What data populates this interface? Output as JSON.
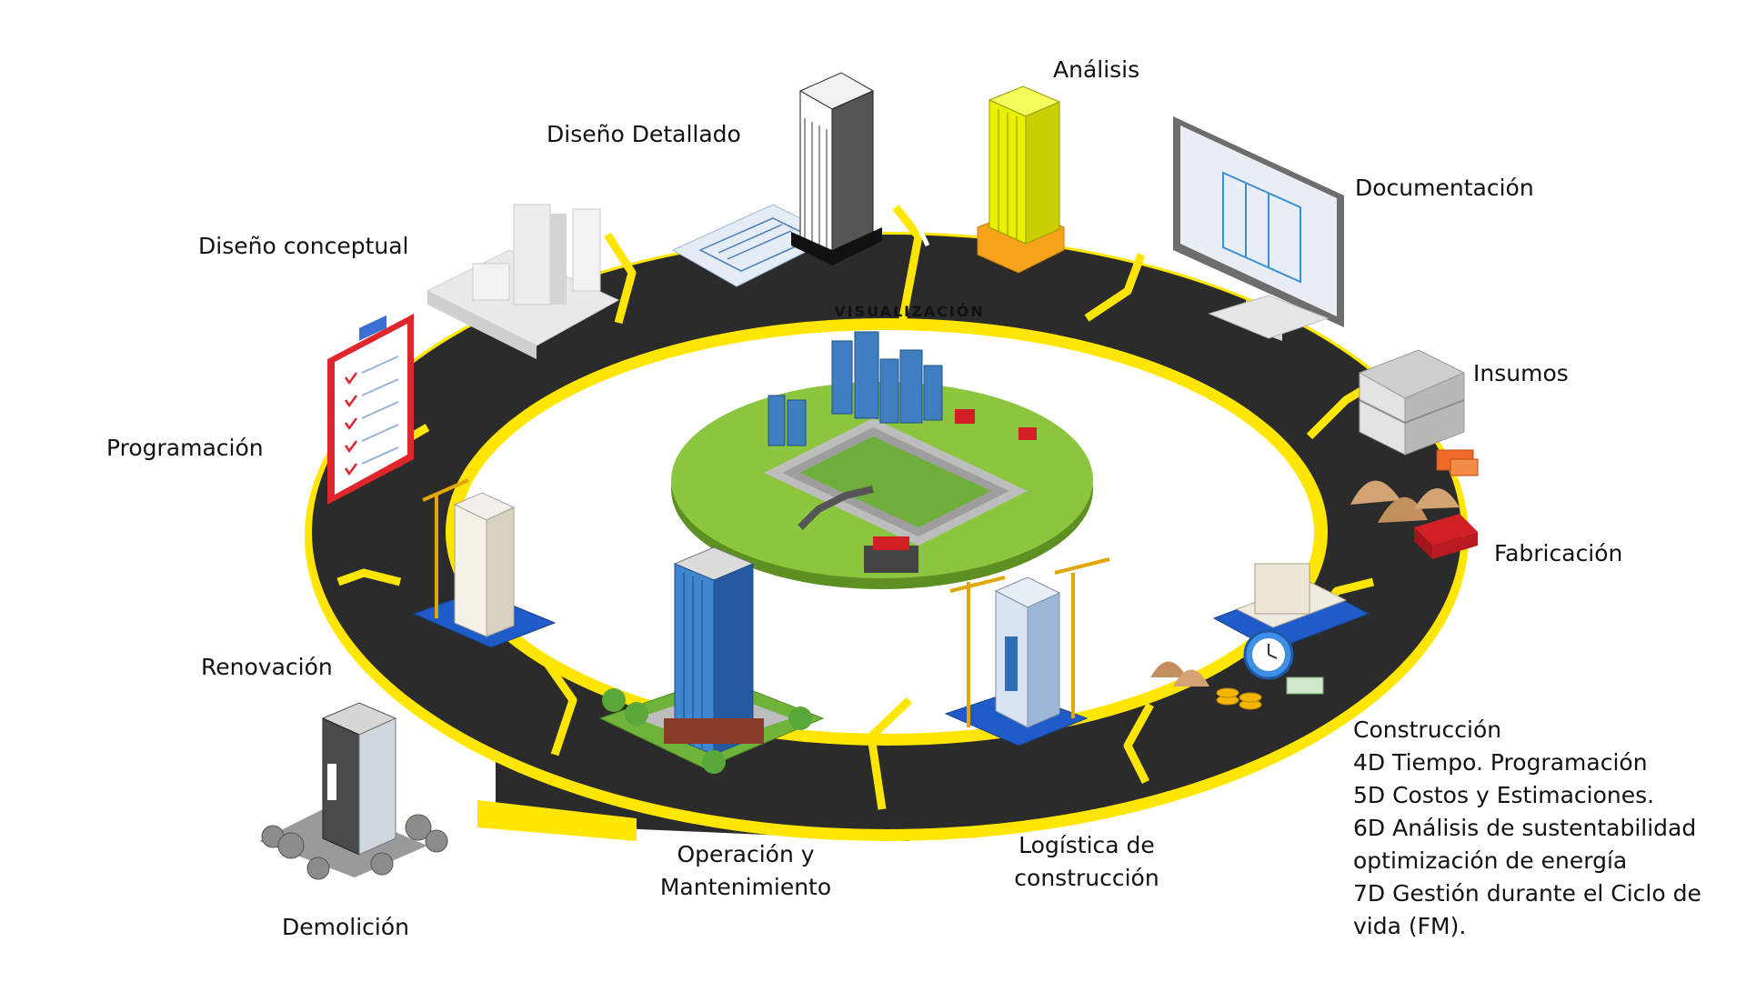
{
  "ring_label": "VISUALIZACIÓN",
  "colors": {
    "road": "#2b2b2b",
    "accent": "#ffe600",
    "grass": "#8cc63f",
    "building_blue": "#2e6fb5",
    "analysis_yellow": "#e8f000",
    "analysis_orange": "#f7a21b",
    "brick_red": "#d11f26"
  },
  "stages": {
    "diseno_conceptual": "Diseño conceptual",
    "diseno_detallado": "Diseño Detallado",
    "analisis": "Análisis",
    "documentacion": "Documentación",
    "insumos": "Insumos",
    "fabricacion": "Fabricación",
    "programacion": "Programación",
    "renovacion": "Renovación",
    "demolicion": "Demolición",
    "operacion_line1": "Operación y",
    "operacion_line2": "Mantenimiento",
    "logistica_line1": "Logística de",
    "logistica_line2": "construcción"
  },
  "construccion": {
    "title": "Construcción",
    "lines": [
      "4D Tiempo. Programación",
      "5D Costos y Estimaciones.",
      "6D Análisis de sustentabilidad",
      "optimización de energía",
      "7D Gestión durante el Ciclo de",
      "vida (FM)."
    ]
  },
  "icons": [
    "conceptual-model-icon",
    "blueprint-tower-icon",
    "analysis-tower-icon",
    "monitor-icon",
    "building-frame-icon",
    "sand-piles-icon",
    "bricks-icon",
    "construction-cost-icon",
    "crane-tower-icon",
    "office-tower-icon",
    "renovation-crane-icon",
    "demolition-building-icon",
    "clipboard-icon",
    "city-island-icon"
  ]
}
